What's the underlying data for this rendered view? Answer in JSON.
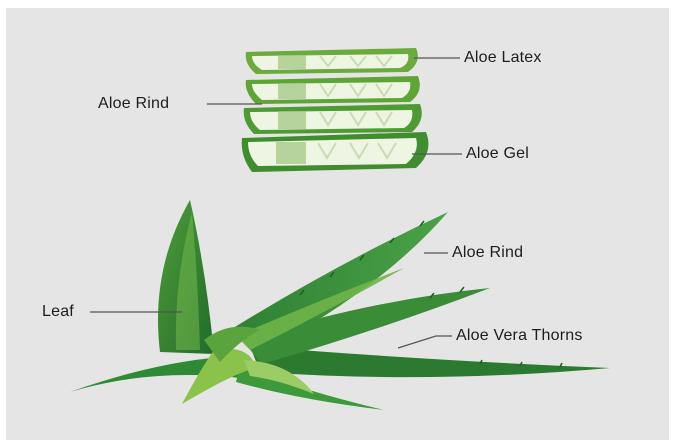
{
  "labels": {
    "aloe_latex": "Aloe Latex",
    "aloe_rind_slices": "Aloe Rind",
    "aloe_gel": "Aloe Gel",
    "aloe_rind_plant": "Aloe Rind",
    "leaf": "Leaf",
    "aloe_vera_thorns": "Aloe Vera Thorns"
  },
  "colors": {
    "background": "#e5e5e5",
    "rind_dark": "#2e7d32",
    "rind_mid": "#4caf50",
    "rind_light": "#8bc34a",
    "gel": "#eef5e3",
    "leader_line": "#555555"
  }
}
